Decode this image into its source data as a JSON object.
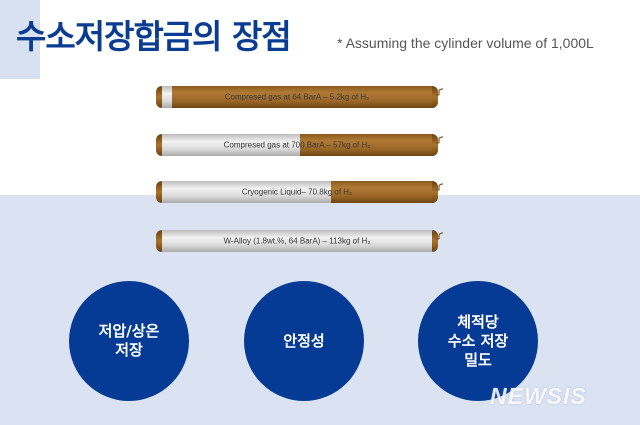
{
  "header": {
    "title": "수소저장합금의 장점",
    "note": "* Assuming the cylinder volume of 1,000L"
  },
  "cylinders": [
    {
      "label": "Compresed gas at 64 BarA – 5.2kg of H₂",
      "fill_ratio": 0.05
    },
    {
      "label": "Compresed gas at 700 BarA – 57kg of H₂",
      "fill_ratio": 0.5
    },
    {
      "label": "Cryogenic Liquid– 70.8kg of H₂",
      "fill_ratio": 0.61
    },
    {
      "label": "W-Alloy (1.8wt.%, 64 BarA) – 113kg of H₂",
      "fill_ratio": 1.0
    }
  ],
  "advantages": [
    {
      "lines": [
        "저압/상온",
        "저장"
      ]
    },
    {
      "lines": [
        "안정성"
      ]
    },
    {
      "lines": [
        "체적당",
        "수소 저장",
        "밀도"
      ]
    }
  ],
  "watermark": "NEWSIS",
  "colors": {
    "accent": "#063b95",
    "title": "#0a3d91",
    "band": "#dbe3f3",
    "brown": "#9a6626",
    "silver": "#e6e6e6"
  }
}
